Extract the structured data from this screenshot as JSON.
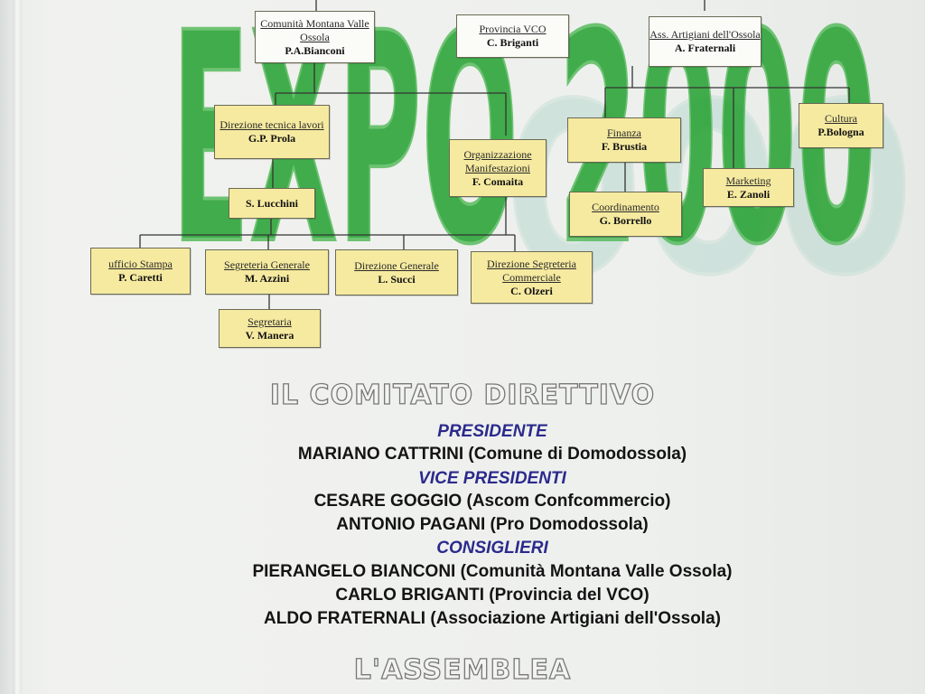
{
  "background_logo": {
    "text": "EXPO 2000",
    "color": "#2aa335"
  },
  "org_chart": {
    "comunita": {
      "title": "Comunità Montana Valle Ossola",
      "name": "P.A.Bianconi"
    },
    "provincia": {
      "title": "Provincia VCO",
      "name": "C. Briganti"
    },
    "artigiani": {
      "title": "Ass. Artigiani dell'Ossola",
      "name": "A. Fraternali"
    },
    "direzione_tecnica": {
      "title": "Direzione tecnica lavori",
      "name": "G.P. Prola"
    },
    "lucchini": {
      "name": "S. Lucchini"
    },
    "organizzazione": {
      "title": "Organizzazione Manifestazioni",
      "name": "F. Comaita"
    },
    "finanza": {
      "title": "Finanza",
      "name": "F. Brustia"
    },
    "cultura": {
      "title": "Cultura",
      "name": "P.Bologna"
    },
    "marketing": {
      "title": "Marketing",
      "name": "E. Zanoli"
    },
    "coordinamento": {
      "title": "Coordinamento",
      "name": "G. Borrello"
    },
    "ufficio_stampa": {
      "title": "ufficio Stampa",
      "name": "P. Caretti"
    },
    "segreteria_generale": {
      "title": "Segreteria Generale",
      "name": "M. Azzini"
    },
    "direzione_generale": {
      "title": "Direzione Generale",
      "name": "L. Succi"
    },
    "direzione_segreteria": {
      "title": "Direzione Segreteria Commerciale",
      "name": "C. Olzeri"
    },
    "segretaria": {
      "title": "Segretaria",
      "name": "V. Manera"
    }
  },
  "comitato": {
    "title": "IL COMITATO DIRETTIVO",
    "presidente_label": "PRESIDENTE",
    "presidente": "MARIANO CATTRINI (Comune di Domodossola)",
    "vice_label": "VICE PRESIDENTI",
    "vice": [
      "CESARE GOGGIO (Ascom Confcommercio)",
      "ANTONIO PAGANI (Pro Domodossola)"
    ],
    "consiglieri_label": "CONSIGLIERI",
    "consiglieri": [
      "PIERANGELO BIANCONI (Comunità Montana Valle Ossola)",
      "CARLO BRIGANTI (Provincia del VCO)",
      "ALDO FRATERNALI (Associazione Artigiani dell'Ossola)"
    ]
  },
  "assemblea": {
    "title": "L'ASSEMBLEA"
  }
}
